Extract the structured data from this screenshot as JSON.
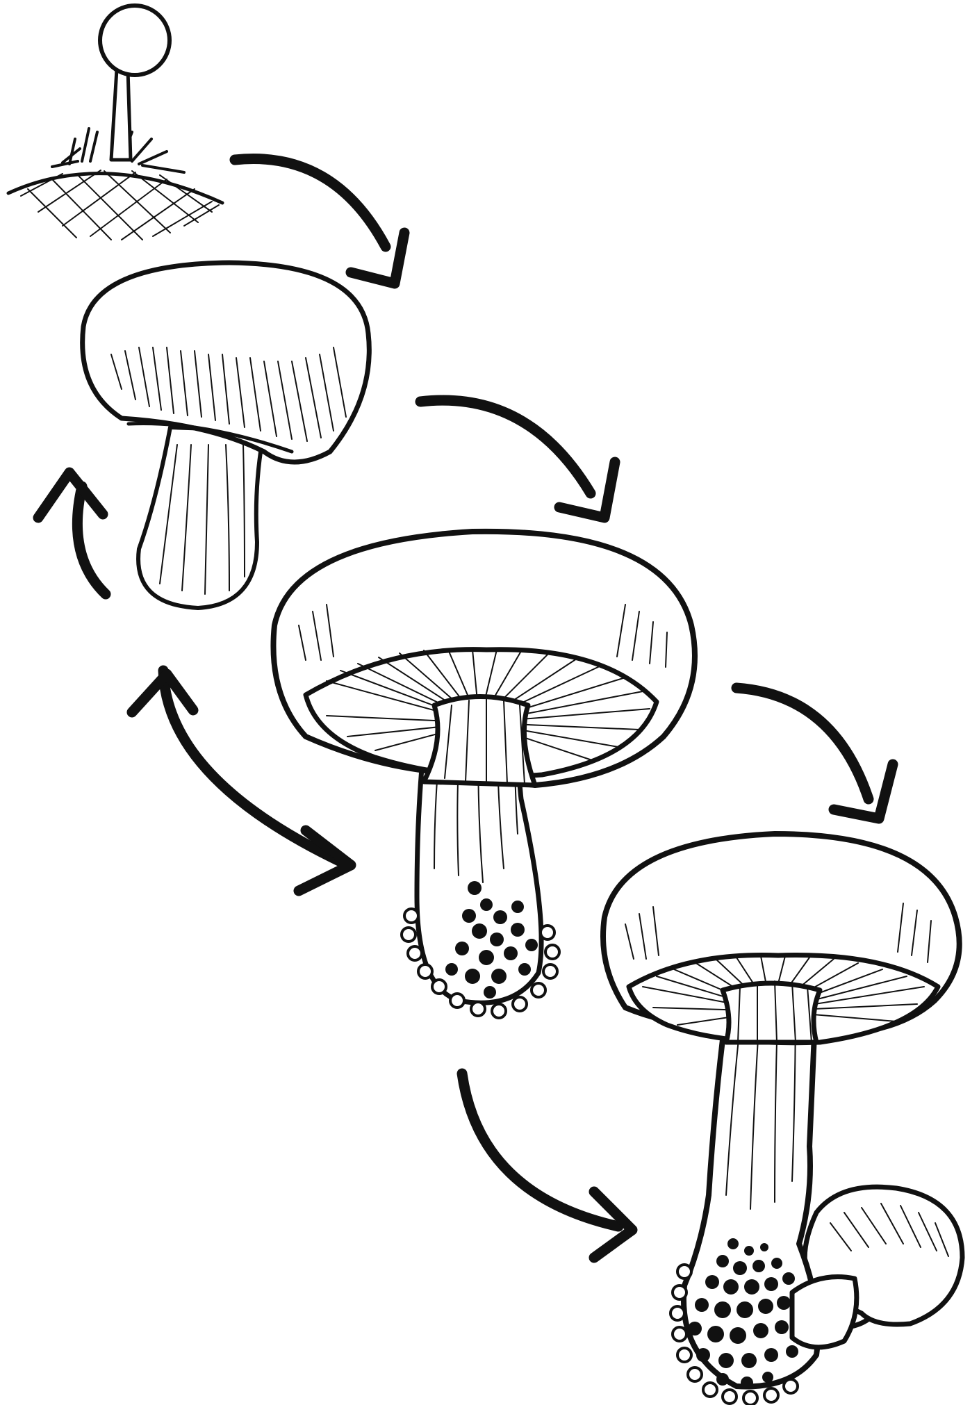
{
  "colors": {
    "ink": "#111111",
    "paper": "#ffffff"
  },
  "diagram": {
    "kind": "mushroom life cycle line drawing",
    "stages": [
      {
        "id": "sprout",
        "icon": "sprouting-mushroom-icon"
      },
      {
        "id": "young",
        "icon": "young-mushroom-icon"
      },
      {
        "id": "mature",
        "icon": "mature-mushroom-icon"
      },
      {
        "id": "spore-release",
        "icon": "spore-releasing-mushroom-icon"
      }
    ],
    "arrows": [
      {
        "from": "sprout",
        "to": "young"
      },
      {
        "from": "young",
        "to": "mature"
      },
      {
        "from": "mature",
        "to": "spore-release"
      },
      {
        "from": "mature",
        "to": "young"
      },
      {
        "from": "young",
        "to": "mature",
        "style": "loop"
      },
      {
        "from": "mature",
        "to": "spore-release",
        "style": "lower"
      }
    ]
  }
}
